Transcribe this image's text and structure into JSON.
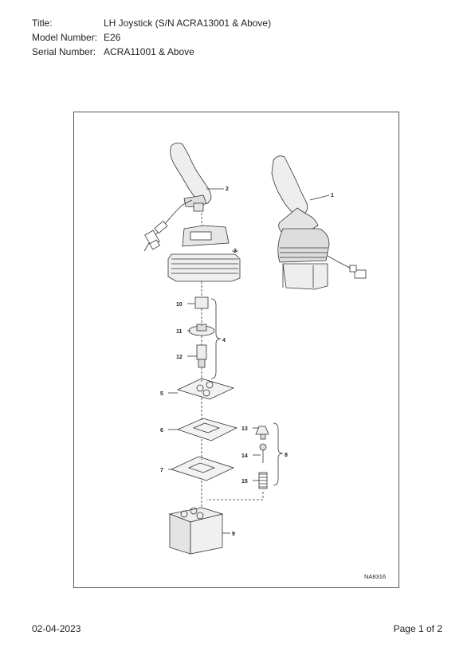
{
  "header": {
    "title_label": "Title:",
    "title_value": "LH Joystick (S/N ACRA13001 & Above)",
    "model_label": "Model Number:",
    "model_value": "E26",
    "serial_label": "Serial Number:",
    "serial_value": "ACRA11001 & Above"
  },
  "figure": {
    "id": "NA8316",
    "callouts": [
      "1",
      "2",
      "3",
      "4",
      "5",
      "6",
      "7",
      "8",
      "9",
      "10",
      "11",
      "12",
      "13",
      "14",
      "15"
    ]
  },
  "footer": {
    "date": "02-04-2023",
    "page": "Page 1 of 2"
  }
}
